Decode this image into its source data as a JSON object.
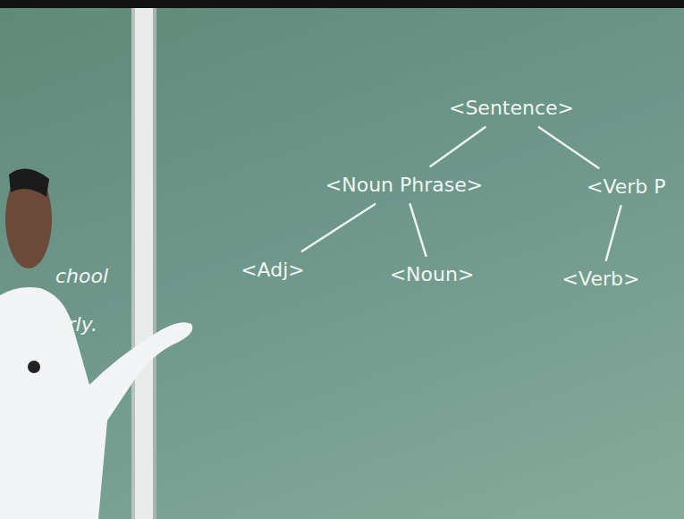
{
  "diagram": {
    "nodes": [
      {
        "text": [
          "<Sentence>"
        ]
      },
      {
        "text": [
          "<Noun Phrase>"
        ]
      },
      {
        "text": [
          "<Verb P"
        ]
      },
      {
        "text": [
          "<Adj>"
        ]
      },
      {
        "text": [
          "<Noun>"
        ]
      },
      {
        "text": [
          "<Verb>"
        ]
      }
    ],
    "edges": [
      {
        "from": 0,
        "to": 1,
        "arrow": "none"
      },
      {
        "from": 0,
        "to": 2,
        "arrow": "none"
      },
      {
        "from": 1,
        "to": 3,
        "arrow": "none"
      },
      {
        "from": 1,
        "to": 4,
        "arrow": "none"
      },
      {
        "from": 2,
        "to": 5,
        "arrow": "none"
      }
    ],
    "labels": [
      "chool",
      "arly."
    ]
  }
}
